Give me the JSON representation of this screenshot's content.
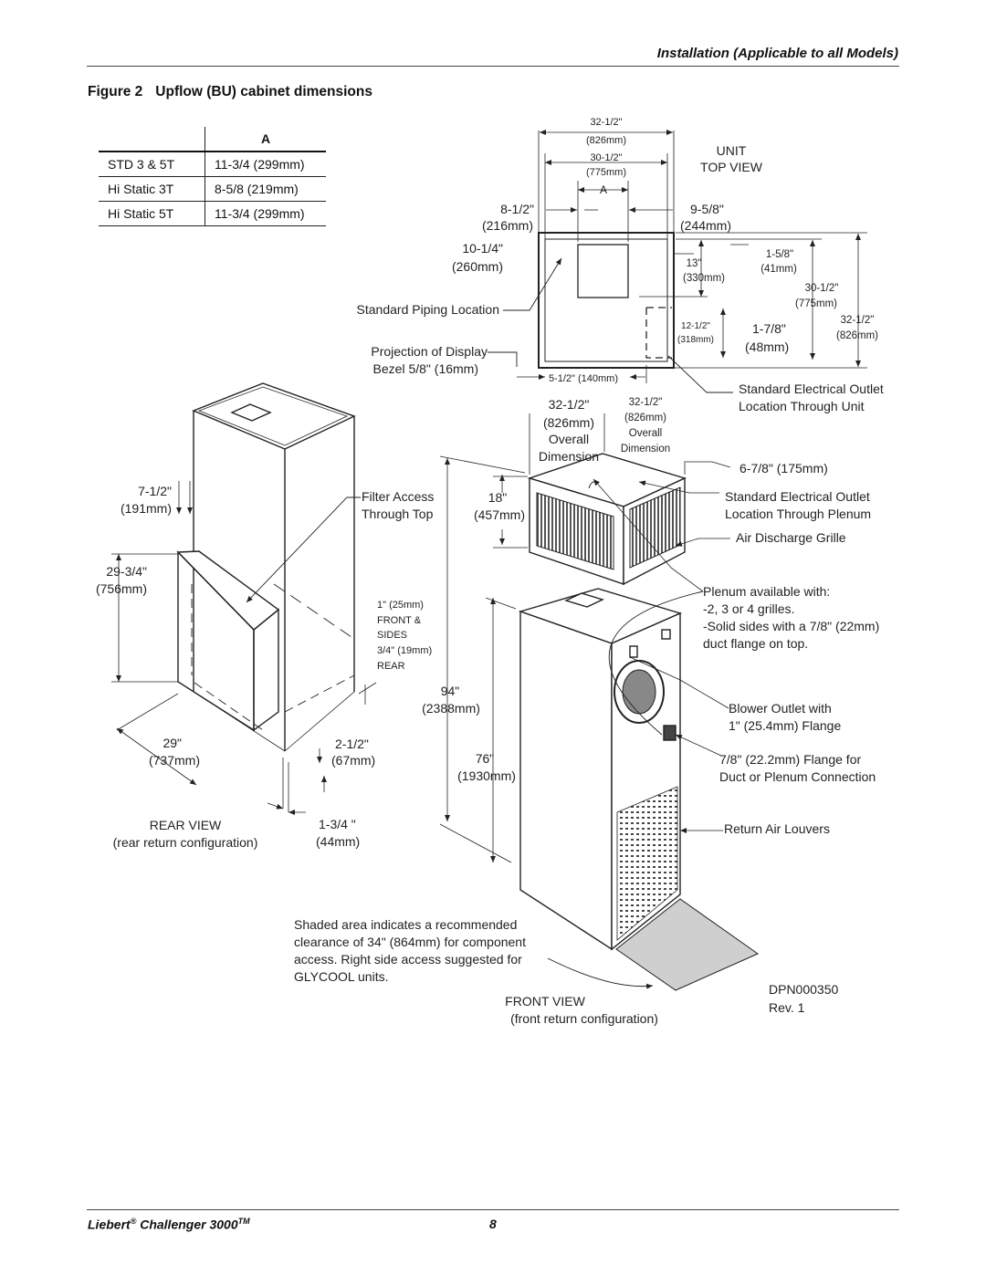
{
  "header": {
    "section": "Installation (Applicable to all Models)"
  },
  "figure": {
    "number": "Figure 2",
    "title": "Upflow (BU) cabinet dimensions"
  },
  "table": {
    "col_header": "A",
    "rows": [
      {
        "model": "STD 3 & 5T",
        "a": "11-3/4 (299mm)"
      },
      {
        "model": "Hi Static 3T",
        "a": "8-5/8 (219mm)"
      },
      {
        "model": "Hi Static 5T",
        "a": "11-3/4 (299mm)"
      }
    ]
  },
  "top_view": {
    "title1": "UNIT",
    "title2": "TOP VIEW",
    "w_outer": "32-1/2\"",
    "w_outer_mm": "(826mm)",
    "w_inner": "30-1/2\"",
    "w_inner_mm": "(775mm)",
    "a_label": "A",
    "d_left": "8-1/2\"",
    "d_left_mm": "(216mm)",
    "d_right": "9-5/8\"",
    "d_right_mm": "(244mm)",
    "d_pipe": "10-1/4\"",
    "d_pipe_mm": "(260mm)",
    "d13": "13\"",
    "d13_mm": "(330mm)",
    "d158": "1-5/8\"",
    "d158_mm": "(41mm)",
    "d3012": "30-1/2\"",
    "d3012_mm": "(775mm)",
    "d3212": "32-1/2\"",
    "d3212_mm": "(826mm)",
    "d1212": "12-1/2\"",
    "d1212_mm": "(318mm)",
    "d178": "1-7/8\"",
    "d178_mm": "(48mm)",
    "d512": "5-1/2\" (140mm)",
    "piping": "Standard Piping Location",
    "bezel1": "Projection of Display",
    "bezel2": "Bezel 5/8\" (16mm)",
    "elec1": "Standard Electrical Outlet",
    "elec2": "Location Through Unit"
  },
  "rear_view": {
    "title": "REAR VIEW",
    "subtitle": "(rear return configuration)",
    "d712": "7-1/2\"",
    "d712_mm": "(191mm)",
    "d2934": "29-3/4\"",
    "d2934_mm": "(756mm)",
    "d29": "29\"",
    "d29_mm": "(737mm)",
    "d212": "2-1/2\"",
    "d212_mm": "(67mm)",
    "d134": "1-3/4 \"",
    "d134_mm": "(44mm)",
    "filter1": "Filter Access",
    "filter2": "Through Top",
    "flange": [
      "1\" (25mm)",
      "FRONT &",
      "SIDES",
      "3/4\" (19mm)",
      "REAR"
    ]
  },
  "front_view": {
    "title": "FRONT VIEW",
    "subtitle": "(front return configuration)",
    "p_w": "32-1/2\"",
    "p_w_mm": "(826mm)",
    "p_w_l1": "Overall",
    "p_w_l2": "Dimension",
    "p_d": "32-1/2\"",
    "p_d_mm": "(826mm)",
    "p_d_l1": "Overall",
    "p_d_l2": "Dimension",
    "p_h": "18\"",
    "p_h_mm": "(457mm)",
    "d94": "94\"",
    "d94_mm": "(2388mm)",
    "d76": "76\"",
    "d76_mm": "(1930mm)",
    "d678": "6-7/8\" (175mm)",
    "elec_plenum1": "Standard Electrical Outlet",
    "elec_plenum2": "Location Through Plenum",
    "grille": "Air Discharge Grille",
    "plenum": [
      "Plenum available with:",
      "-2, 3 or 4 grilles.",
      "-Solid sides with a 7/8\" (22mm)",
      "duct flange on top."
    ],
    "blower1": "Blower Outlet with",
    "blower2": "1\" (25.4mm) Flange",
    "flange1": "7/8\" (22.2mm) Flange for",
    "flange2": "Duct or Plenum Connection",
    "louvers": "Return Air Louvers",
    "shaded": [
      "Shaded area indicates a recommended",
      "clearance of 34\" (864mm) for component",
      "access. Right side access suggested for",
      "GLYCOOL units."
    ],
    "dpn": "DPN000350",
    "rev": "Rev. 1"
  },
  "footer": {
    "product": "Liebert",
    "reg": "®",
    "product2": " Challenger 3000",
    "tm": "TM",
    "page": "8"
  }
}
